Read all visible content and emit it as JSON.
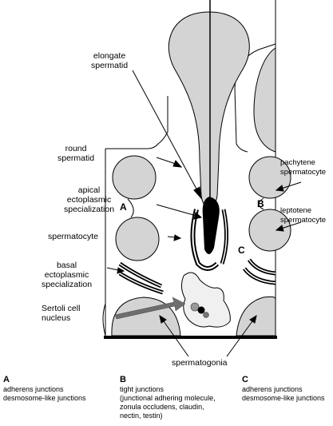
{
  "labels": {
    "elongate_spermatid": "elongate\nspermatid",
    "round_spermatid": "round\nspermatid",
    "apical_es": "apical\nectoplasmic\nspecialization",
    "spermatocyte": "spermatocyte",
    "basal_es": "basal\nectoplasmic\nspecialization",
    "sertoli_nucleus": "Sertoli cell\nnucleus",
    "spermatogonia": "spermatogonia",
    "pachytene": "pachytene\nspermatocyte",
    "leptotene": "leptotene\nspermatocyte"
  },
  "letters": {
    "a": "A",
    "b": "B",
    "c": "C"
  },
  "legend": [
    {
      "letter": "A",
      "text": "adherens junctions\ndesmosome-like junctions"
    },
    {
      "letter": "B",
      "text": "tight junctions\n(junctional adhering molecule,\nzonula occludens, claudin,\nnectin, testin)"
    },
    {
      "letter": "C",
      "text": "adherens junctions\ndesmosome-like junctions"
    }
  ],
  "colors": {
    "cell_fill": "#d4d4d4",
    "outline": "#000000",
    "arrow_fill": "#6e6e6e"
  }
}
